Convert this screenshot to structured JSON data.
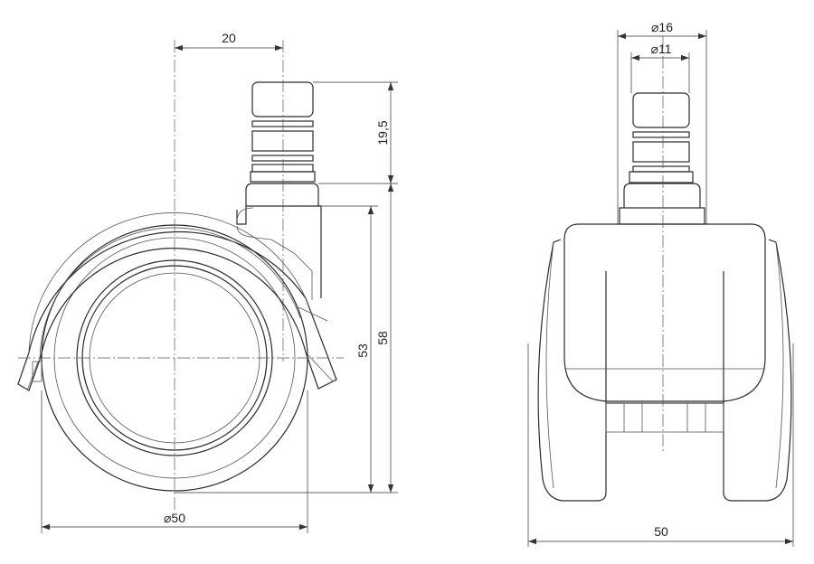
{
  "side_view": {
    "dim_stem_offset": "20",
    "dim_stem_height": "19,5",
    "dim_height_53": "53",
    "dim_height_58": "58",
    "dim_wheel_diameter": "⌀50"
  },
  "front_view": {
    "dim_outer_diameter": "⌀16",
    "dim_inner_diameter": "⌀11",
    "dim_width": "50"
  }
}
